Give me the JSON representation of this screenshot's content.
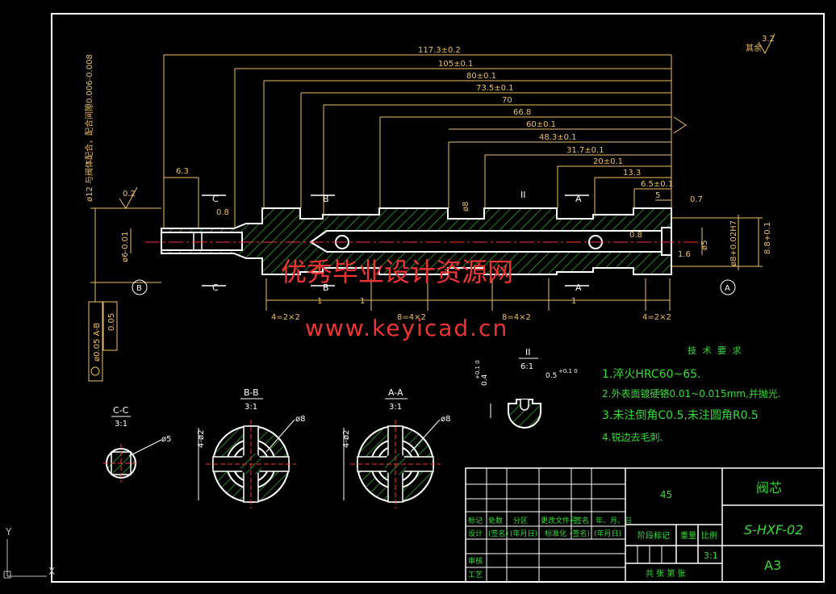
{
  "colors": {
    "background": "#000000",
    "frame": "#ffffff",
    "dimension": "#f0c060",
    "green": "#33dd33",
    "red": "#ff3333",
    "hatch": "#33cc33"
  },
  "dimensions": {
    "horizontal": [
      "117.3±0.2",
      "105±0.1",
      "80±0.1",
      "73.5±0.1",
      "70",
      "66.8",
      "60±0.1",
      "48.3±0.1",
      "31.7±0.1",
      "20±0.1",
      "13.3",
      "6.5±0.1",
      "5",
      "0.7",
      "6.3"
    ],
    "chain": [
      "4=2×2",
      "1",
      "1",
      "8=4×2",
      "8=4×2",
      "1",
      "4=2×2"
    ],
    "vertical_left": "ø12 与阀体配合，配合间隙0.006-0.008",
    "diameters": [
      "ø6-0.01",
      "ø8",
      "ø5",
      "ø8+0.02H7",
      "8.8+0.1"
    ],
    "roughness": [
      "0.2",
      "0.8",
      "0.8",
      "1.6",
      "3.2"
    ],
    "misc": [
      "其余",
      "0.05",
      "ø0.05 A-B",
      "ø8",
      "ø5",
      "4-ø2",
      "4-ø2"
    ]
  },
  "section_labels": {
    "cut": [
      "C",
      "C",
      "B",
      "B",
      "A",
      "A",
      "II"
    ],
    "views": [
      {
        "title": "C-C",
        "scale": "3:1"
      },
      {
        "title": "B-B",
        "scale": "3:1"
      },
      {
        "title": "A-A",
        "scale": "3:1"
      },
      {
        "title": "II",
        "scale": "6:1"
      }
    ],
    "datums": [
      "B",
      "A"
    ]
  },
  "detail": {
    "dim1": "0.4",
    "dim1_tol": "+0.1 0",
    "dim2": "0.5",
    "dim2_tol": "+0.1 0"
  },
  "watermark": {
    "line1": "优秀毕业设计资源网",
    "line2": "www.keyicad.cn"
  },
  "tech_requirements": {
    "title": "技 术 要 求",
    "items": [
      "1.淬火HRC60~65.",
      "2.外表面镀硬铬0.01~0.015mm,并抛光.",
      "3.未注倒角C0.5,未注圆角R0.5",
      "4.锐边去毛刺."
    ]
  },
  "title_block": {
    "material": "45",
    "part_name": "阀芯",
    "drawing_no": "S-HXF-02",
    "sheet_size": "A3",
    "scale": "3:1",
    "row_labels": [
      "标记",
      "处数",
      "分区",
      "更改文件号",
      "签名",
      "年、月、日"
    ],
    "row2": [
      "设计",
      "(签名)",
      "(年月日)",
      "标准化",
      "(签名)",
      "(年月日)"
    ],
    "row3": [
      "阶段标记",
      "重量",
      "比例"
    ],
    "checks": [
      "审核",
      "工艺"
    ],
    "bottom": "共  张  第  张"
  },
  "ucs": {
    "y": "Y",
    "x": "X"
  }
}
